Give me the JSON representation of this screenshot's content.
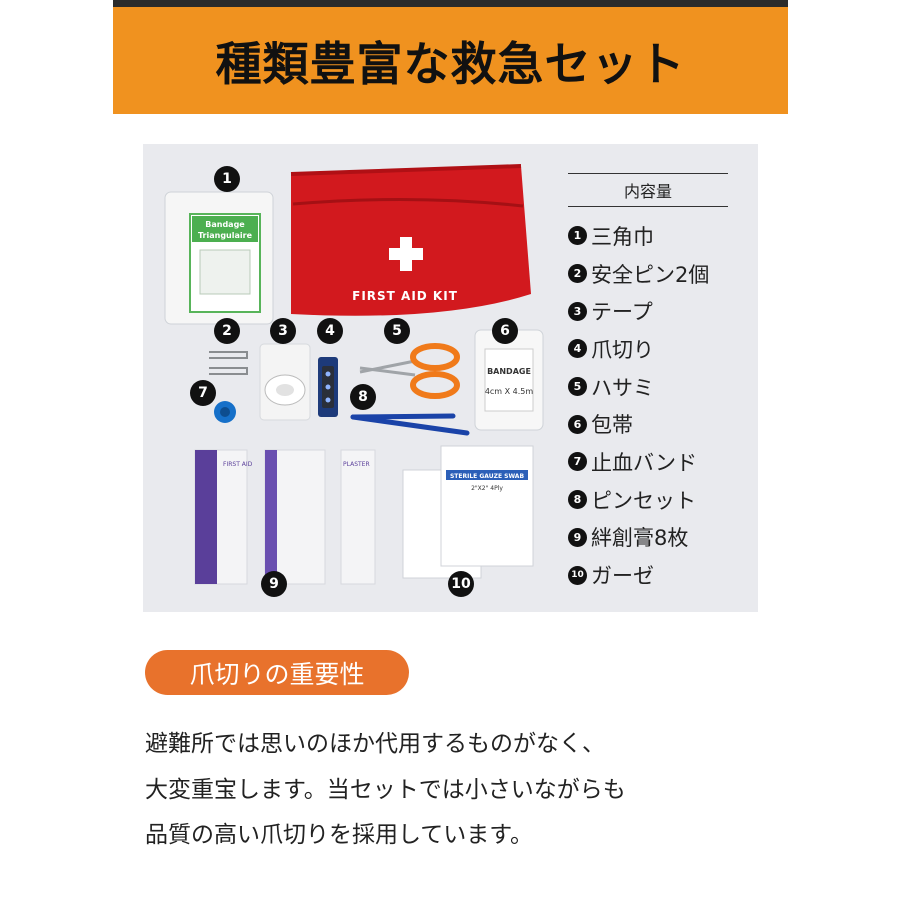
{
  "header": {
    "title": "種類豊富な救急セット"
  },
  "photo": {
    "bag_label": "FIRST AID KIT",
    "bandage_pack": {
      "line1": "Bandage",
      "line2": "Triangulaire"
    },
    "roll_label": "BANDAGE",
    "roll_size": "4cm X 4.5m",
    "plaster_label": "PLASTER",
    "plaster_brand": "FIRST AID",
    "gauze_label": "STERILE GAUZE SWAB",
    "gauze_size": "2\"X2\" 4Ply",
    "markers": [
      "1",
      "2",
      "3",
      "4",
      "5",
      "6",
      "7",
      "8",
      "9",
      "10"
    ]
  },
  "contents": {
    "title": "内容量",
    "items": [
      {
        "num": "1",
        "label": "三角巾"
      },
      {
        "num": "2",
        "label": "安全ピン2個"
      },
      {
        "num": "3",
        "label": "テープ"
      },
      {
        "num": "4",
        "label": "爪切り"
      },
      {
        "num": "5",
        "label": "ハサミ"
      },
      {
        "num": "6",
        "label": "包帯"
      },
      {
        "num": "7",
        "label": "止血バンド"
      },
      {
        "num": "8",
        "label": "ピンセット"
      },
      {
        "num": "9",
        "label": "絆創膏8枚"
      },
      {
        "num": "10",
        "label": "ガーゼ"
      }
    ]
  },
  "section": {
    "heading": "爪切りの重要性"
  },
  "body": {
    "lines": [
      "避難所では思いのほか代用するものがなく、",
      "大変重宝します。当セットでは小さいながらも",
      "品質の高い爪切りを採用しています。"
    ]
  },
  "colors": {
    "accent": "#f0921f",
    "pill": "#e8722c",
    "bag": "#d2191e",
    "photo_bg": "#e9eaee"
  }
}
